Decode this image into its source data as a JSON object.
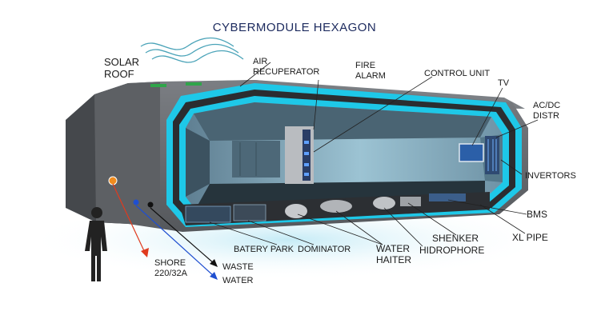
{
  "title": "CYBERMODULE HEXAGON",
  "labels": {
    "solar_roof": [
      "SOLAR",
      "ROOF"
    ],
    "air_recuperator": [
      "AIR",
      "RECUPERATOR"
    ],
    "fire_alarm": [
      "FIRE",
      "ALARM"
    ],
    "control_unit": "CONTROL UNIT",
    "tv": "TV",
    "ac_dc_distr": [
      "AC/DC",
      "DISTR"
    ],
    "invertors": "INVERTORS",
    "bms": "BMS",
    "xl_pipe": "XL PIPE",
    "shenker": "SHENKER",
    "hidrophore": "HIDROPHORE",
    "water_haiter": [
      "WATER",
      "HAITER"
    ],
    "dominator": "DOMINATOR",
    "batery_park": "BATERY PARK",
    "shore": [
      "SHORE",
      "220/32A"
    ],
    "waste": "WASTE",
    "water": "WATER"
  },
  "colors": {
    "neon": "#1ec8e8",
    "hull": "#6c6f74",
    "hull_dark": "#45484c",
    "interior": "#7fa9bd",
    "solar_wave": "#4aa3b8",
    "shore_line": "#e03a1e",
    "water_line": "#1f4fd0",
    "waste_line": "#111111",
    "title": "#1c2a5e"
  }
}
